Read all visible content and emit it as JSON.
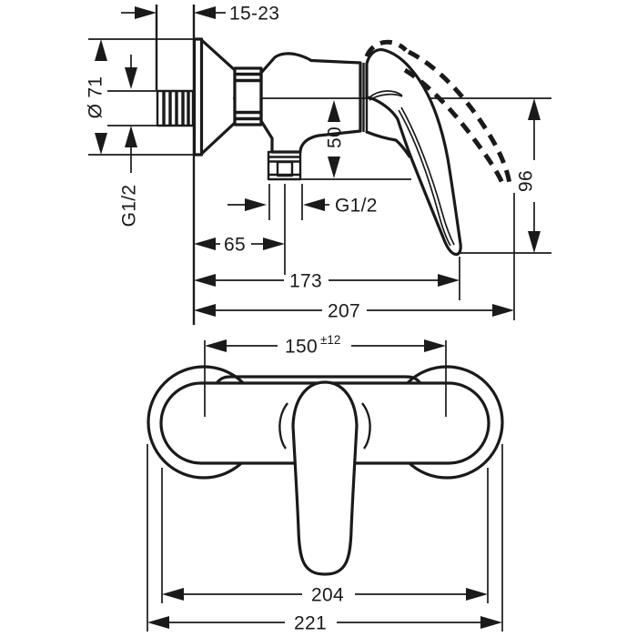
{
  "document": {
    "type": "technical-dimension-drawing",
    "subject": "wall-mounted single-lever shower mixer",
    "colors": {
      "line": "#1a1a1a",
      "background": "#ffffff"
    }
  },
  "views": {
    "side_view": {
      "name": "side view",
      "dimensions": {
        "wall_offset": "15-23",
        "escutcheon_diameter": "Ø 71",
        "inlet_thread": "G1/2",
        "outlet_drop": "50",
        "outlet_thread": "G1/2",
        "outlet_offset": "65",
        "lever_reach": "173",
        "total_depth": "207",
        "lever_height": "96"
      }
    },
    "front_view": {
      "name": "front view",
      "dimensions": {
        "center_distance": "150",
        "center_distance_tolerance": "±12",
        "body_width": "204",
        "total_width": "221"
      }
    }
  }
}
